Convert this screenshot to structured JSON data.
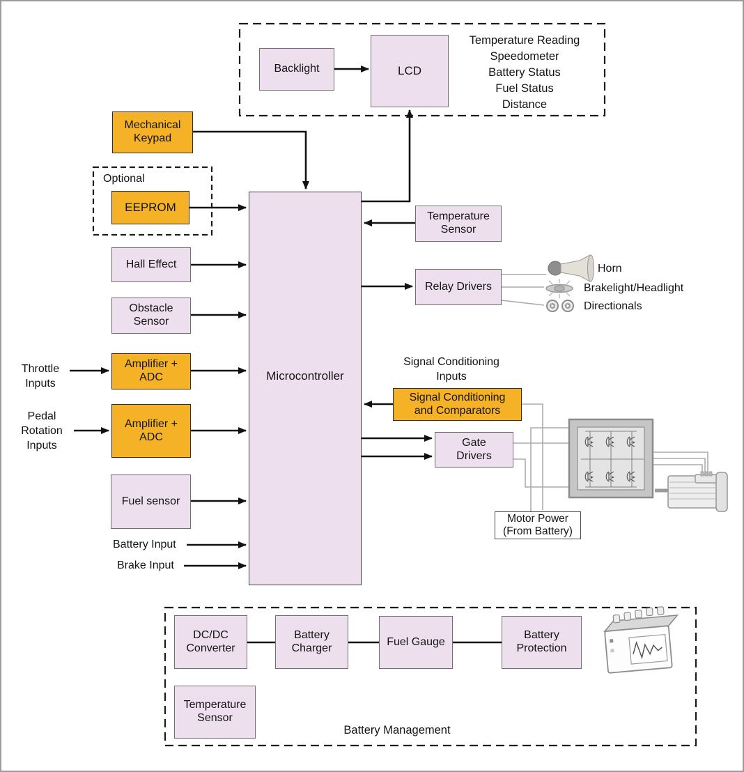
{
  "colors": {
    "box_pink": "#eddfee",
    "box_orange": "#f5b226",
    "wire_gray": "#ababab",
    "line_black": "#111111",
    "frame_gray": "#9b9b9b"
  },
  "display_unit": {
    "backlight": "Backlight",
    "lcd": "LCD",
    "readouts": [
      "Temperature Reading",
      "Speedometer",
      "Battery Status",
      "Fuel Status",
      "Distance"
    ]
  },
  "left": {
    "mechanical_keypad": "Mechanical Keypad",
    "optional": "Optional",
    "eeprom": "EEPROM",
    "hall_effect": "Hall Effect",
    "obstacle_sensor": "Obstacle Sensor",
    "amplifier_adc_throttle": "Amplifier + ADC",
    "amplifier_adc_pedal": "Amplifier + ADC",
    "throttle_inputs": "Throttle Inputs",
    "pedal_rotation_inputs": "Pedal Rotation Inputs",
    "fuel_sensor": "Fuel sensor",
    "battery_input": "Battery Input",
    "brake_input": "Brake Input"
  },
  "core": {
    "microcontroller": "Microcontroller"
  },
  "right": {
    "temperature_sensor": "Temperature Sensor",
    "relay_drivers": "Relay Drivers",
    "horn": "Horn",
    "brakelight_headlight": "Brakelight/Headlight",
    "directionals": "Directionals",
    "signal_conditioning_inputs": "Signal Conditioning Inputs",
    "signal_conditioning_comparators": [
      "Signal Conditioning",
      "and Comparators"
    ],
    "gate_drivers": [
      "Gate",
      "Drivers"
    ],
    "motor_power": [
      "Motor Power",
      "(From Battery)"
    ]
  },
  "battery_management": {
    "title": "Battery Management",
    "dc_dc_converter": "DC/DC Converter",
    "battery_charger": "Battery Charger",
    "fuel_gauge": "Fuel Gauge",
    "battery_protection": "Battery Protection",
    "temperature_sensor": "Temperature Sensor"
  }
}
